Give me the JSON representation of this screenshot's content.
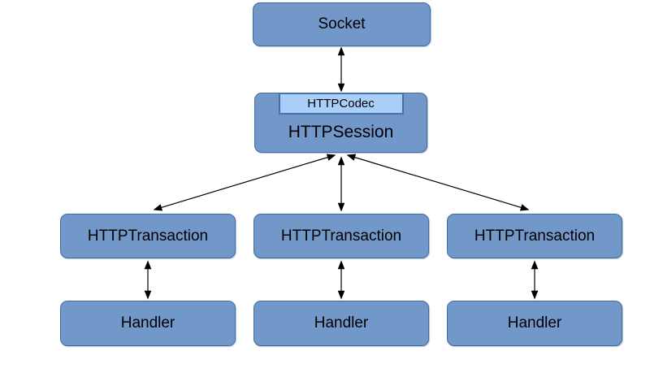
{
  "diagram": {
    "background": "#ffffff",
    "colors": {
      "node_fill": "#7297C9",
      "node_border": "#3E6CA0",
      "codec_fill": "#A9CEF8",
      "codec_border": "#4373A8",
      "arrow": "#000000",
      "text": "#000000"
    },
    "nodes": {
      "socket": {
        "label": "Socket"
      },
      "codec": {
        "label": "HTTPCodec"
      },
      "session": {
        "label": "HTTPSession"
      },
      "transaction_1": {
        "label": "HTTPTransaction"
      },
      "transaction_2": {
        "label": "HTTPTransaction"
      },
      "transaction_3": {
        "label": "HTTPTransaction"
      },
      "handler_1": {
        "label": "Handler"
      },
      "handler_2": {
        "label": "Handler"
      },
      "handler_3": {
        "label": "Handler"
      }
    },
    "edges": [
      {
        "from": "Socket",
        "to": "HTTPSession",
        "bidirectional": true
      },
      {
        "from": "HTTPSession",
        "to": "HTTPTransaction #1",
        "bidirectional": true
      },
      {
        "from": "HTTPSession",
        "to": "HTTPTransaction #2",
        "bidirectional": true
      },
      {
        "from": "HTTPSession",
        "to": "HTTPTransaction #3",
        "bidirectional": true
      },
      {
        "from": "HTTPTransaction #1",
        "to": "Handler #1",
        "bidirectional": true
      },
      {
        "from": "HTTPTransaction #2",
        "to": "Handler #2",
        "bidirectional": true
      },
      {
        "from": "HTTPTransaction #3",
        "to": "Handler #3",
        "bidirectional": true
      }
    ]
  }
}
